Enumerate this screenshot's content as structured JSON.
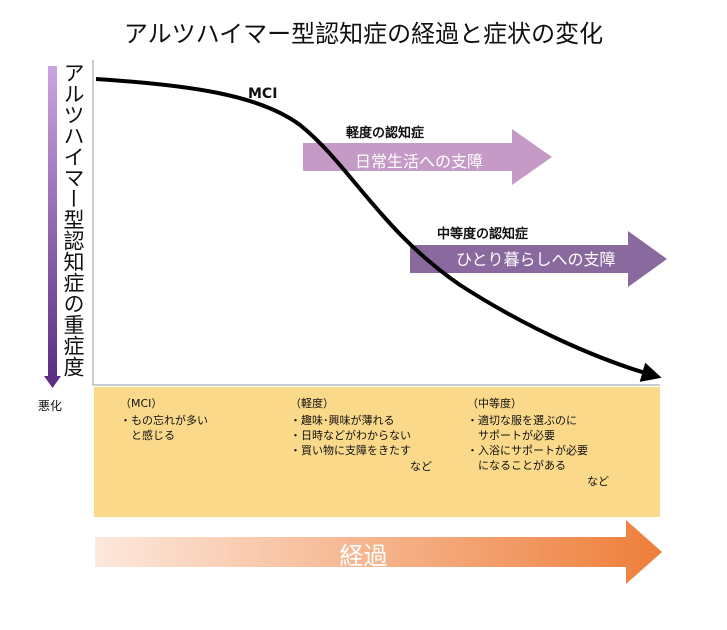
{
  "title": "アルツハイマー型認知症の経過と症状の変化",
  "y_axis": {
    "label": "アルツハイマー型認知症の重症度",
    "worse_label": "悪化"
  },
  "curve_labels": {
    "mci": "MCI",
    "mild": "軽度の認知症",
    "moderate": "中等度の認知症"
  },
  "arrows": {
    "daily_life": "日常生活への支障",
    "living_alone": "ひとり暮らしへの支障",
    "elapsed": "経過"
  },
  "stages": {
    "mci": {
      "header": "（MCI）",
      "items": [
        "・もの忘れが多い",
        "　と感じる"
      ]
    },
    "mild": {
      "header": "（軽度）",
      "items": [
        "・趣味･興味が薄れる",
        "・日時などがわからない",
        "・買い物に支障をきたす"
      ],
      "etc": "など"
    },
    "moderate": {
      "header": "（中等度）",
      "items": [
        "・適切な服を選ぶのに",
        "　サポートが必要",
        "・入浴にサポートが必要",
        "　になることがある"
      ],
      "etc": "など"
    }
  },
  "colors": {
    "symptom_panel": "#FAD98A",
    "arrow_daily_life": "#C59AC7",
    "arrow_living_alone": "#8A6A9E",
    "elapsed_start": "#FDE8DC",
    "elapsed_end": "#EE7E3A",
    "yaxis_top": "#C9A6E0",
    "yaxis_bottom": "#5A2F84",
    "curve": "#000000"
  }
}
